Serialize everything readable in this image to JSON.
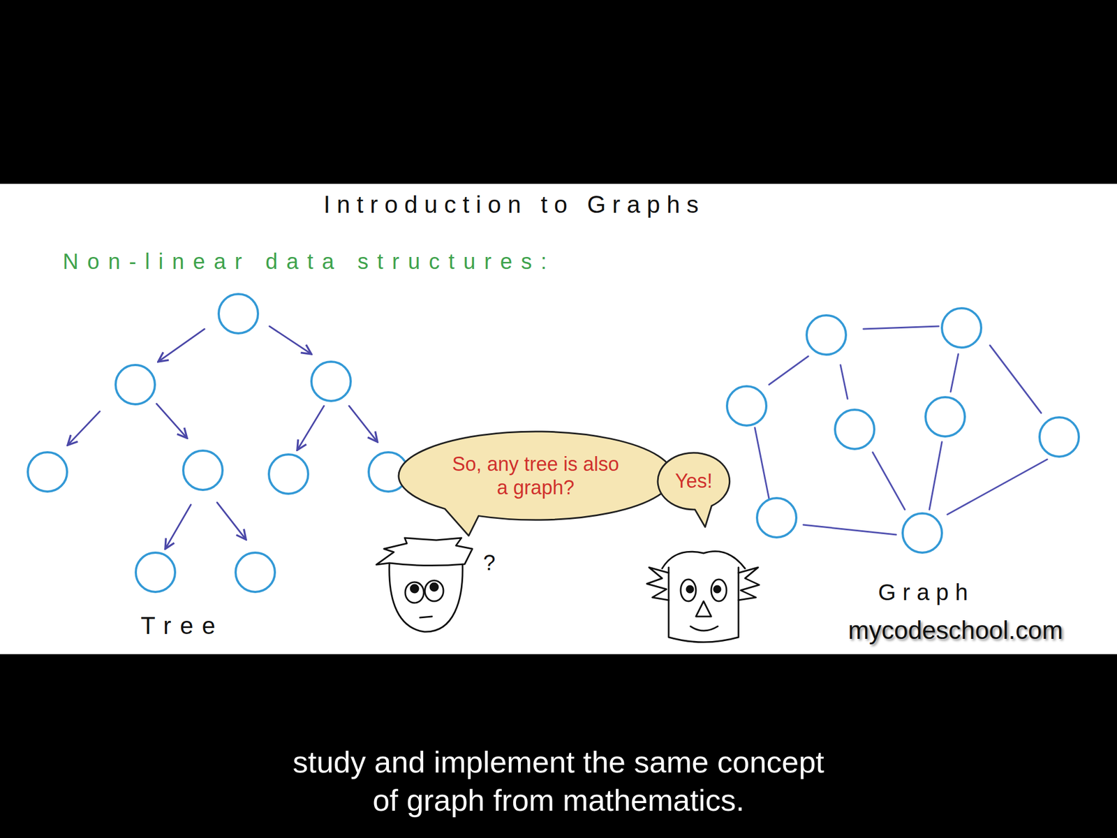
{
  "diagram": {
    "title": "Introduction to Graphs",
    "caption": "study and implement the same concept of graph from mathematics.",
    "nodes": [
      {
        "text": [
          "So, any tree is also a graph?"
        ]
      },
      {
        "text": [
          "Yes!"
        ]
      }
    ],
    "labels": [
      "Non-linear data structures:",
      "?",
      "Graph",
      "Tree",
      "mycodeschool.com"
    ]
  }
}
